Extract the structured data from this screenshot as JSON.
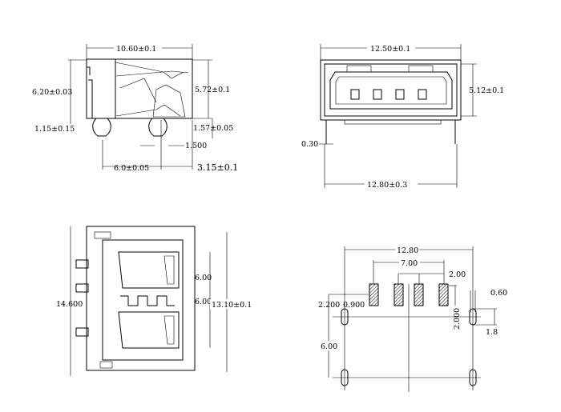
{
  "views": {
    "side": {
      "width": "10.60±0.1",
      "height": "6.20±0.03",
      "shell_height": "5.72±0.1",
      "tab_offset": "1.15±0.15",
      "pin_height": "1.57±0.05",
      "pin_width": "1.500",
      "pin_spacing": "6.0±0.05",
      "pin_to_edge": "3.15±0.1"
    },
    "front": {
      "width": "12.50±0.1",
      "height": "5.12±0.1",
      "thickness": "0.30",
      "overall_width": "12.80±0.3"
    },
    "top": {
      "length": "14.600",
      "inner": "6.00",
      "width": "13.10±0.1"
    },
    "footprint": {
      "span": "12.80",
      "pad_span": "7.00",
      "pad_pitch": "2.00",
      "slot_width": "0.60",
      "offset": "2.200",
      "pad_width": "0.900",
      "pad_length": "2.000",
      "slot_length": "1.8",
      "slot_spacing": "6.00"
    }
  }
}
